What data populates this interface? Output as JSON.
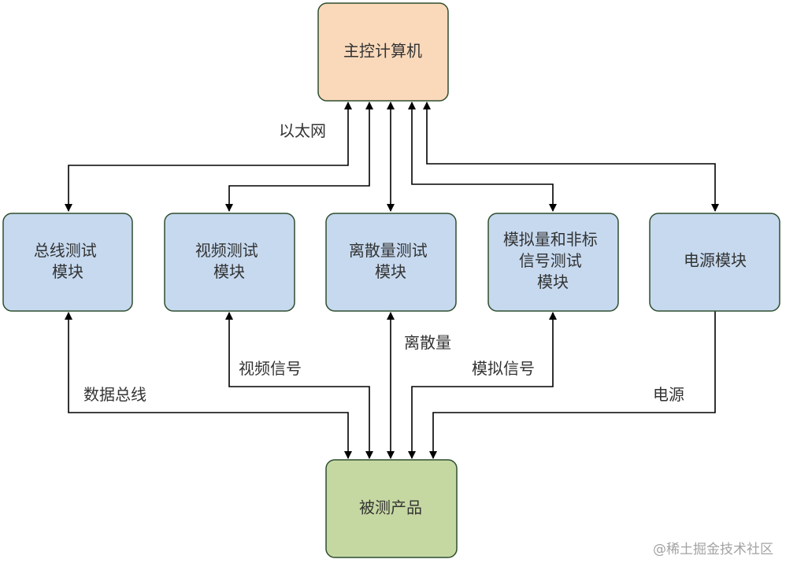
{
  "nodes": {
    "host_computer": {
      "text": "主控计算机",
      "fill": "#fad9bb"
    },
    "bus_module": {
      "text": [
        "总线测试",
        "模块"
      ],
      "fill": "#c6d9ef"
    },
    "video_module": {
      "text": [
        "视频测试",
        "模块"
      ],
      "fill": "#c6d9ef"
    },
    "discrete_module": {
      "text": [
        "离散量测试",
        "模块"
      ],
      "fill": "#c6d9ef"
    },
    "analog_module": {
      "text": [
        "模拟量和非标",
        "信号测试",
        "模块"
      ],
      "fill": "#c6d9ef"
    },
    "power_module": {
      "text": "电源模块",
      "fill": "#c6d9ef"
    },
    "dut": {
      "text": "被测产品",
      "fill": "#c6d8a2"
    }
  },
  "edge_labels": {
    "ethernet": "以太网",
    "data_bus": "数据总线",
    "video_signal": "视频信号",
    "discrete": "离散量",
    "analog_signal": "模拟信号",
    "power": "电源"
  },
  "colors": {
    "border": "#2e4e2e",
    "line": "#000000"
  },
  "watermark": "@稀土掘金技术社区"
}
